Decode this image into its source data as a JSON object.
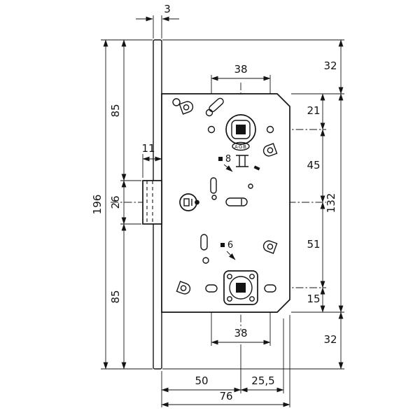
{
  "drawing": {
    "brand": "AGB",
    "dims": {
      "plate_thickness": "3",
      "top_hole_spacing": "38",
      "offset_top_right": "32",
      "body_top_to_hub": "21",
      "hub_to_center": "45",
      "upper_section": "85",
      "latch_depth": "11",
      "latch_height": "26",
      "plate_height": "196",
      "body_height": "132",
      "center_to_wc_hub": "51",
      "lower_section": "85",
      "wc_hub_to_bottom": "15",
      "bottom_hole_spacing": "38",
      "offset_bottom_right": "32",
      "backset": "50",
      "hub_to_edge": "25,5",
      "body_depth": "76",
      "handle_square": "8",
      "wc_square": "6"
    }
  }
}
